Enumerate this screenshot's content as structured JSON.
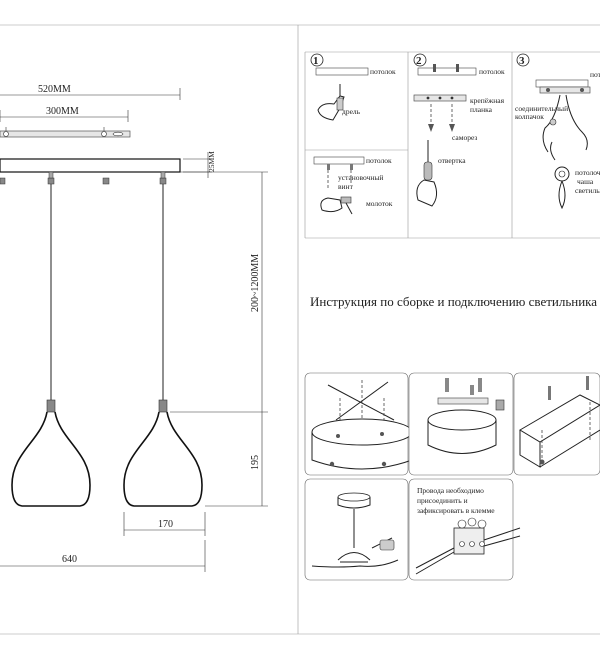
{
  "drawing": {
    "dim_width_total": "520MM",
    "dim_width_mount": "300MM",
    "dim_canopy_height": "25MM",
    "dim_drop": "200~1200MM",
    "dim_shade_height": "195",
    "dim_shade_diameter": "170",
    "dim_overall_width": "640"
  },
  "steps": [
    {
      "number": "1",
      "labels": [
        "потолок",
        "дрель",
        "потолок",
        "установочный\nвинт",
        "молоток"
      ]
    },
    {
      "number": "2",
      "labels": [
        "потолок",
        "крепёжная\nпланка",
        "саморез",
        "отвертка"
      ]
    },
    {
      "number": "3",
      "labels": [
        "потолок",
        "соединительный\nколпачок",
        "потолочная\nчаша\nсветильника"
      ]
    }
  ],
  "title": "Инструкция по сборке и подключению светильника",
  "wiring_note": "Провода необходимо\nприсоединить и\nзафиксировать в клемме",
  "icons": [
    "drill-icon",
    "hammer-icon",
    "screwdriver-icon",
    "wire-cap-icon",
    "terminal-block-icon"
  ]
}
